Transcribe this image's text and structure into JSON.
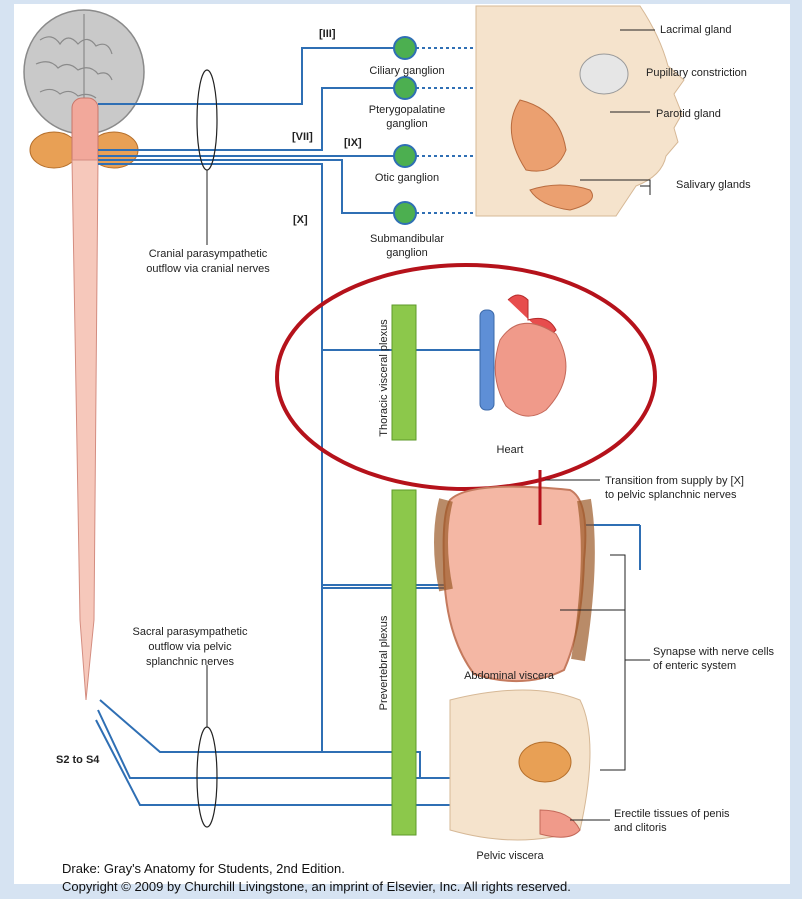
{
  "labels": {
    "cn_iii": "[III]",
    "cn_vii": "[VII]",
    "cn_ix": "[IX]",
    "cn_x": "[X]",
    "ciliary": "Ciliary ganglion",
    "pterygo_1": "Pterygopalatine",
    "pterygo_2": "ganglion",
    "otic": "Otic ganglion",
    "submand_1": "Submandibular",
    "submand_2": "ganglion",
    "lacrimal": "Lacrimal gland",
    "pupillary": "Pupillary constriction",
    "parotid": "Parotid gland",
    "salivary": "Salivary glands",
    "cranial_1": "Cranial parasympathetic",
    "cranial_2": "outflow via cranial nerves",
    "thoracic_plexus": "Thoracic visceral plexus",
    "heart": "Heart",
    "transition_1": "Transition from supply by [X]",
    "transition_2": "to pelvic splanchnic nerves",
    "sacral_1": "Sacral parasympathetic",
    "sacral_2": "outflow via pelvic",
    "sacral_3": "splanchnic nerves",
    "prevertebral": "Prevertebral plexus",
    "abdominal": "Abdominal viscera",
    "synapse_1": "Synapse with nerve cells",
    "synapse_2": "of enteric system",
    "s2s4": "S2 to S4",
    "erectile_1": "Erectile tissues of penis",
    "erectile_2": "and clitoris",
    "pelvic": "Pelvic viscera"
  },
  "caption": {
    "line1": "Drake: Gray's Anatomy for Students, 2nd Edition.",
    "line2": "Copyright © 2009 by Churchill Livingstone, an imprint of Elsevier, Inc. All rights reserved."
  },
  "colors": {
    "background": "#d6e3f2",
    "nerve": "#2f6fb4",
    "plexus": "#8cc84b",
    "highlight": "#b5121b",
    "ganglion": "#4caf50"
  }
}
